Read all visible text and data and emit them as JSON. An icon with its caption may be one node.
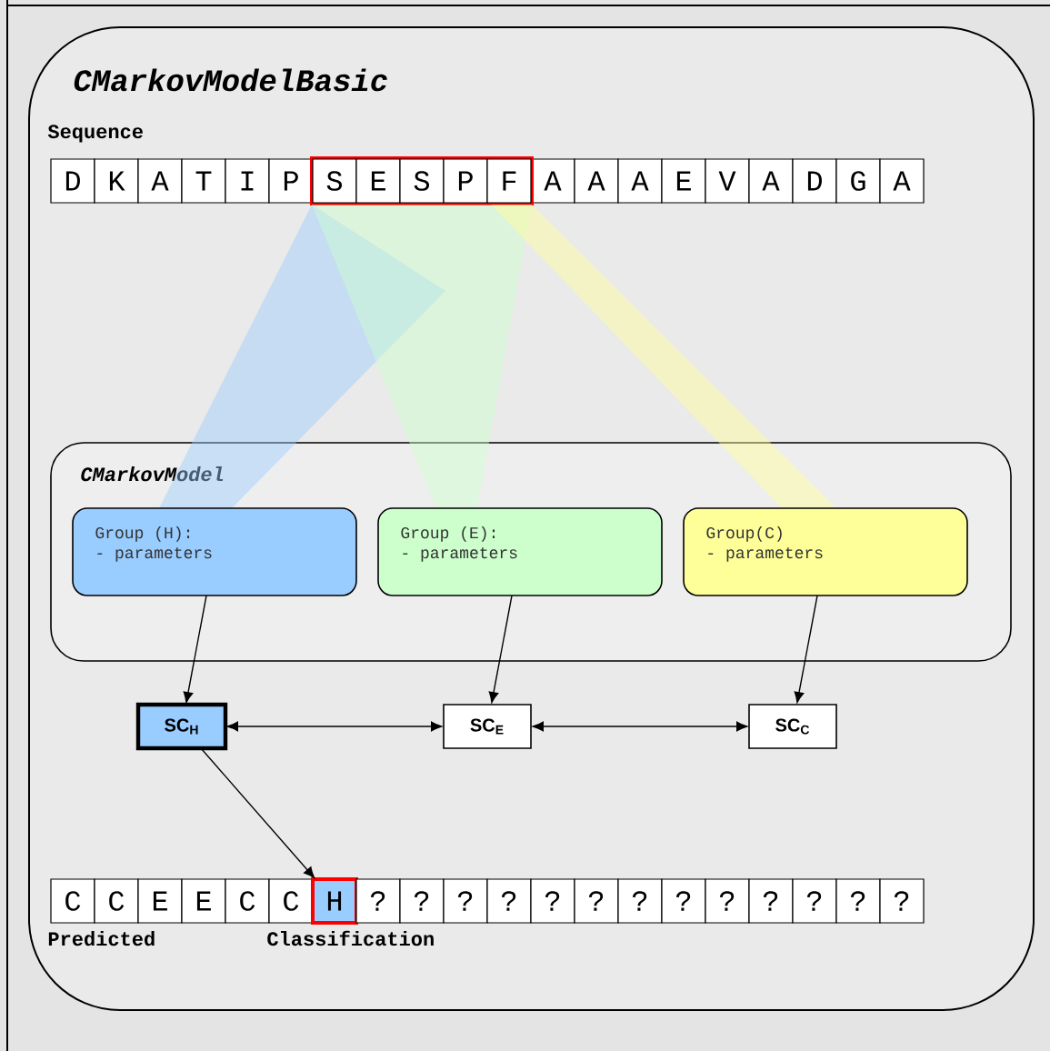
{
  "diagram": {
    "nodes": [
      {
        "text": [
          "CMarkovModelBasic"
        ]
      },
      {
        "text": [
          "D"
        ],
        "in": 0
      },
      {
        "text": [
          "K"
        ],
        "in": 0
      },
      {
        "text": [
          "A"
        ],
        "in": 0
      },
      {
        "text": [
          "T"
        ],
        "in": 0
      },
      {
        "text": [
          "I"
        ],
        "in": 0
      },
      {
        "text": [
          "P"
        ],
        "in": 0
      },
      {
        "text": [],
        "shape": "box",
        "in": 0
      },
      {
        "text": [
          "S"
        ],
        "in": 7
      },
      {
        "text": [
          "E"
        ],
        "in": 7
      },
      {
        "text": [
          "S"
        ],
        "in": 7
      },
      {
        "text": [
          "P"
        ],
        "in": 7
      },
      {
        "text": [
          "F"
        ],
        "in": 7
      },
      {
        "text": [
          "A"
        ],
        "in": 0
      },
      {
        "text": [
          "A"
        ],
        "in": 0
      },
      {
        "text": [
          "A"
        ],
        "in": 0
      },
      {
        "text": [
          "E"
        ],
        "in": 0
      },
      {
        "text": [
          "V"
        ],
        "in": 0
      },
      {
        "text": [
          "A"
        ],
        "in": 0
      },
      {
        "text": [
          "D"
        ],
        "in": 0
      },
      {
        "text": [
          "G"
        ],
        "in": 0
      },
      {
        "text": [
          "A"
        ],
        "in": 0
      },
      {
        "text": [
          "CMarkovModel"
        ],
        "in": 0
      },
      {
        "text": [
          "Group (H):",
          "- parameters"
        ],
        "in": 22
      },
      {
        "text": [
          "Group (E):",
          "- parameters"
        ],
        "in": 22
      },
      {
        "text": [
          "Group(C)",
          "- parameters"
        ],
        "in": 22
      },
      {
        "text": [
          "SC$_{H}$"
        ],
        "in": 0
      },
      {
        "text": [
          "SC$_{E}$"
        ],
        "in": 0
      },
      {
        "text": [
          "SC$_{C}$"
        ],
        "in": 0
      },
      {
        "text": [
          "C"
        ],
        "in": 0
      },
      {
        "text": [
          "C"
        ],
        "in": 0
      },
      {
        "text": [
          "E"
        ],
        "in": 0
      },
      {
        "text": [
          "E"
        ],
        "in": 0
      },
      {
        "text": [
          "C"
        ],
        "in": 0
      },
      {
        "text": [
          "C"
        ],
        "in": 0
      },
      {
        "text": [
          "H"
        ],
        "in": 0
      },
      {
        "text": [
          "?"
        ],
        "in": 0
      },
      {
        "text": [
          "?"
        ],
        "in": 0
      },
      {
        "text": [
          "?"
        ],
        "in": 0
      },
      {
        "text": [
          "?"
        ],
        "in": 0
      },
      {
        "text": [
          "?"
        ],
        "in": 0
      },
      {
        "text": [
          "?"
        ],
        "in": 0
      },
      {
        "text": [
          "?"
        ],
        "in": 0
      },
      {
        "text": [
          "?"
        ],
        "in": 0
      },
      {
        "text": [
          "?"
        ],
        "in": 0
      },
      {
        "text": [
          "?"
        ],
        "in": 0
      },
      {
        "text": [
          "?"
        ],
        "in": 0
      },
      {
        "text": [
          "?"
        ],
        "in": 0
      },
      {
        "text": [
          "?"
        ],
        "in": 0
      }
    ],
    "edges": [
      {
        "from": 23,
        "to": 26,
        "arrow": "to"
      },
      {
        "from": 24,
        "to": 27,
        "arrow": "to"
      },
      {
        "from": 25,
        "to": 28,
        "arrow": "to"
      },
      {
        "from": 26,
        "to": 27,
        "arrow": "both"
      },
      {
        "from": 27,
        "to": 28,
        "arrow": "both"
      },
      {
        "from": 26,
        "to": 35,
        "arrow": "to"
      }
    ],
    "labels": [
      "Sequence",
      "Predicted",
      "Classification"
    ]
  }
}
